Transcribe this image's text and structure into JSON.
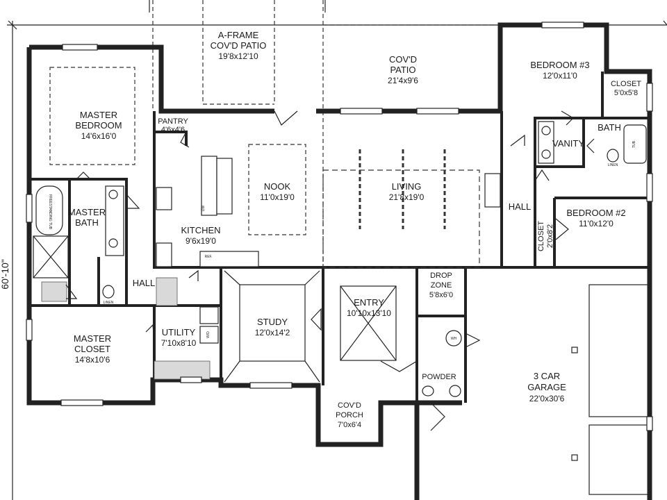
{
  "overall_dimension": "60'-10\"",
  "rooms": {
    "a_frame_patio": {
      "name_line1": "A-FRAME",
      "name_line2": "COV'D PATIO",
      "dims": "19'8x12'10"
    },
    "covd_patio": {
      "name_line1": "COV'D",
      "name_line2": "PATIO",
      "dims": "21'4x9'6"
    },
    "master_bedroom": {
      "name_line1": "MASTER",
      "name_line2": "BEDROOM",
      "dims": "14'6x16'0"
    },
    "pantry": {
      "name": "PANTRY",
      "dims": "4'6x4'6"
    },
    "nook": {
      "name": "NOOK",
      "dims": "11'0x19'0"
    },
    "living": {
      "name": "LIVING",
      "dims": "21'8x19'0"
    },
    "bedroom3": {
      "name": "BEDROOM #3",
      "dims": "12'0x11'0"
    },
    "closet_b3": {
      "name": "CLOSET",
      "dims": "5'0x5'8"
    },
    "bath": {
      "name": "BATH"
    },
    "vanity": {
      "name": "VANITY"
    },
    "master_bath": {
      "name_line1": "MASTER",
      "name_line2": "BATH"
    },
    "kitchen": {
      "name": "KITCHEN",
      "dims": "9'6x19'0"
    },
    "hall_right": {
      "name": "HALL"
    },
    "bedroom2": {
      "name": "BEDROOM #2",
      "dims": "11'0x12'0"
    },
    "closet_b2": {
      "name": "CLOSET",
      "dims": "2'0x8'2"
    },
    "hall_left": {
      "name": "HALL"
    },
    "drop_zone": {
      "name_line1": "DROP",
      "name_line2": "ZONE",
      "dims": "5'8x6'0"
    },
    "study": {
      "name": "STUDY",
      "dims": "12'0x14'2"
    },
    "entry": {
      "name": "ENTRY",
      "dims": "10'10x13'10"
    },
    "master_closet": {
      "name_line1": "MASTER",
      "name_line2": "CLOSET",
      "dims": "14'8x10'6"
    },
    "utility": {
      "name": "UTILITY",
      "dims": "7'10x8'10"
    },
    "powder": {
      "name": "POWDER"
    },
    "garage": {
      "name_line1": "3 CAR",
      "name_line2": "GARAGE",
      "dims": "22'0x30'6"
    },
    "covd_porch": {
      "name_line1": "COV'D",
      "name_line2": "PORCH",
      "dims": "7'0x6'4"
    }
  },
  "fixture_labels": {
    "ref": "REF.",
    "wh": "WH",
    "linen": "LINEN",
    "linen2": "LINEN",
    "tub": "FREESTANDING TUB",
    "tub2": "TUB",
    "dw": "DW",
    "wd": "W/D"
  }
}
